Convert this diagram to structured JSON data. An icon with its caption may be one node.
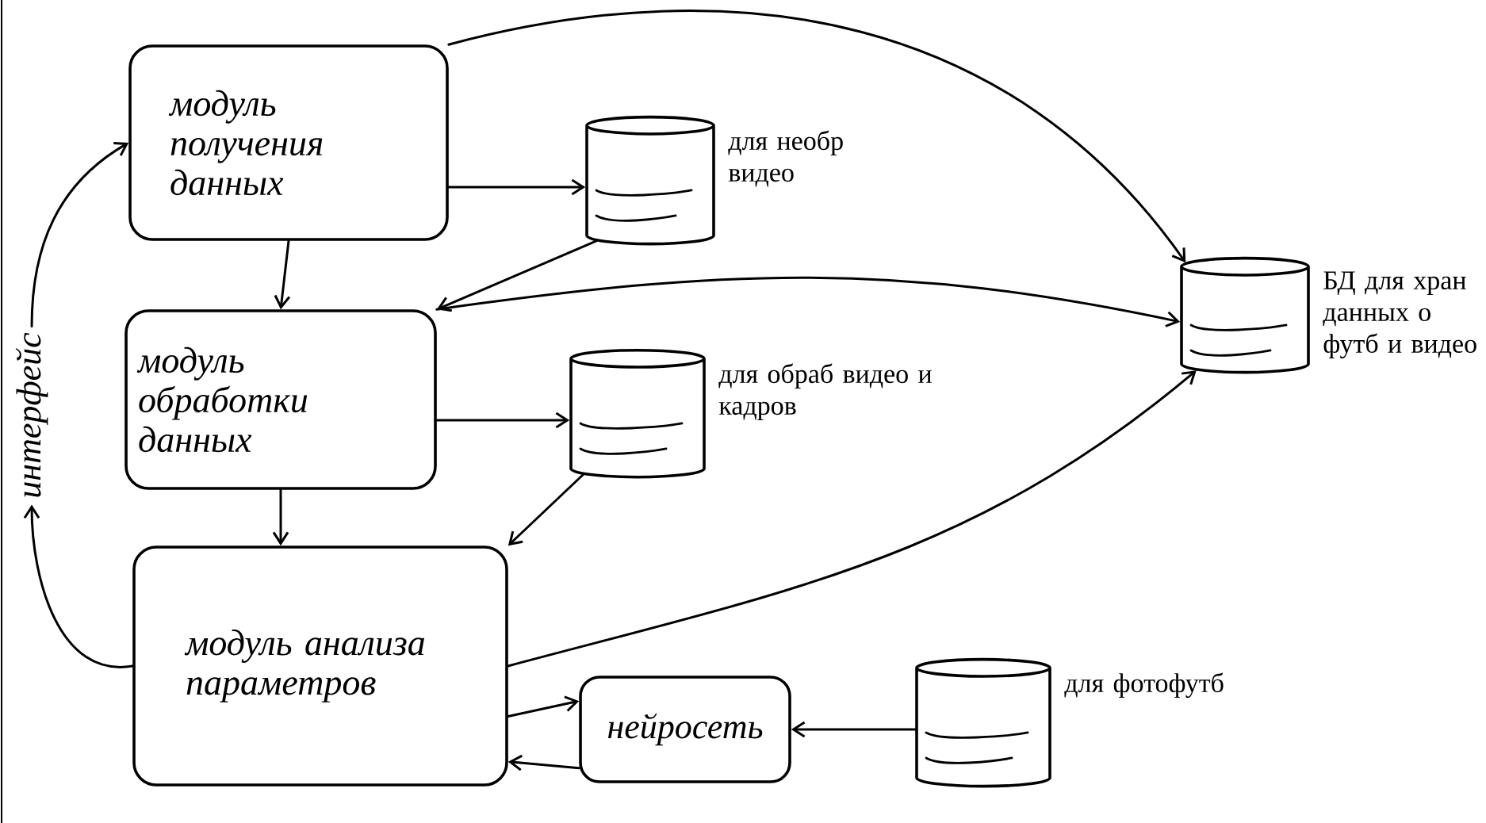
{
  "diagram": {
    "nodes": [
      {
        "text": [
          "модуль получения данных"
        ]
      },
      {
        "text": [
          "для необр видео"
        ]
      },
      {
        "text": [
          "модуль обработки данных"
        ]
      },
      {
        "text": [
          "для обраб видео и кадров"
        ]
      },
      {
        "text": [
          "БД для хран данных о футб и видео"
        ]
      },
      {
        "text": [
          "интерфейс"
        ]
      },
      {
        "text": [
          "модуль анализа параметров"
        ]
      },
      {
        "text": [
          "нейросеть"
        ]
      },
      {
        "text": [
          "для фотофутб"
        ]
      }
    ],
    "edges": [
      {
        "from": 0,
        "to": 1,
        "arrow": "to"
      },
      {
        "from": 0,
        "to": 2,
        "arrow": "to"
      },
      {
        "from": 1,
        "to": 2,
        "arrow": "to"
      },
      {
        "from": 0,
        "to": 4,
        "arrow": "to"
      },
      {
        "from": 2,
        "to": 3,
        "arrow": "to"
      },
      {
        "from": 2,
        "to": 4,
        "arrow": "to"
      },
      {
        "from": 3,
        "to": 6,
        "arrow": "to"
      },
      {
        "from": 2,
        "to": 6,
        "arrow": "to"
      },
      {
        "from": 6,
        "to": 4,
        "arrow": "to"
      },
      {
        "from": 6,
        "to": 7,
        "arrow": "to"
      },
      {
        "from": 7,
        "to": 6,
        "arrow": "to"
      },
      {
        "from": 8,
        "to": 7,
        "arrow": "to"
      },
      {
        "from": 6,
        "to": 5,
        "arrow": "to"
      },
      {
        "from": 5,
        "to": 0,
        "arrow": "to"
      }
    ]
  }
}
